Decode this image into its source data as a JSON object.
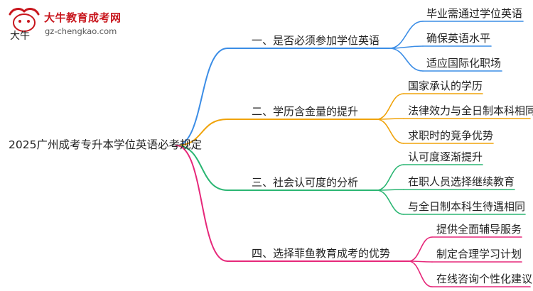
{
  "logo": {
    "title": "大牛教育成考网",
    "url": "gz-chengkao.com",
    "mark_text": "大牛"
  },
  "root": {
    "label": "2025广州成考专升本学位英语必考规定"
  },
  "branches": [
    {
      "label": "一、是否必须参加学位英语",
      "color": "#3b8de6",
      "children": [
        "毕业需通过学位英语",
        "确保英语水平",
        "适应国际化职场"
      ]
    },
    {
      "label": "二、学历含金量的提升",
      "color": "#f0a30a",
      "children": [
        "国家承认的学历",
        "法律效力与全日制本科相同",
        "求职时的竞争优势"
      ]
    },
    {
      "label": "三、社会认可度的分析",
      "color": "#2bb673",
      "children": [
        "认可度逐渐提升",
        "在职人员选择继续教育",
        "与全日制本科生待遇相同"
      ]
    },
    {
      "label": "四、选择菲鱼教育成考的优势",
      "color": "#e6287a",
      "children": [
        "提供全面辅导服务",
        "制定合理学习计划",
        "在线咨询个性化建议"
      ]
    }
  ]
}
